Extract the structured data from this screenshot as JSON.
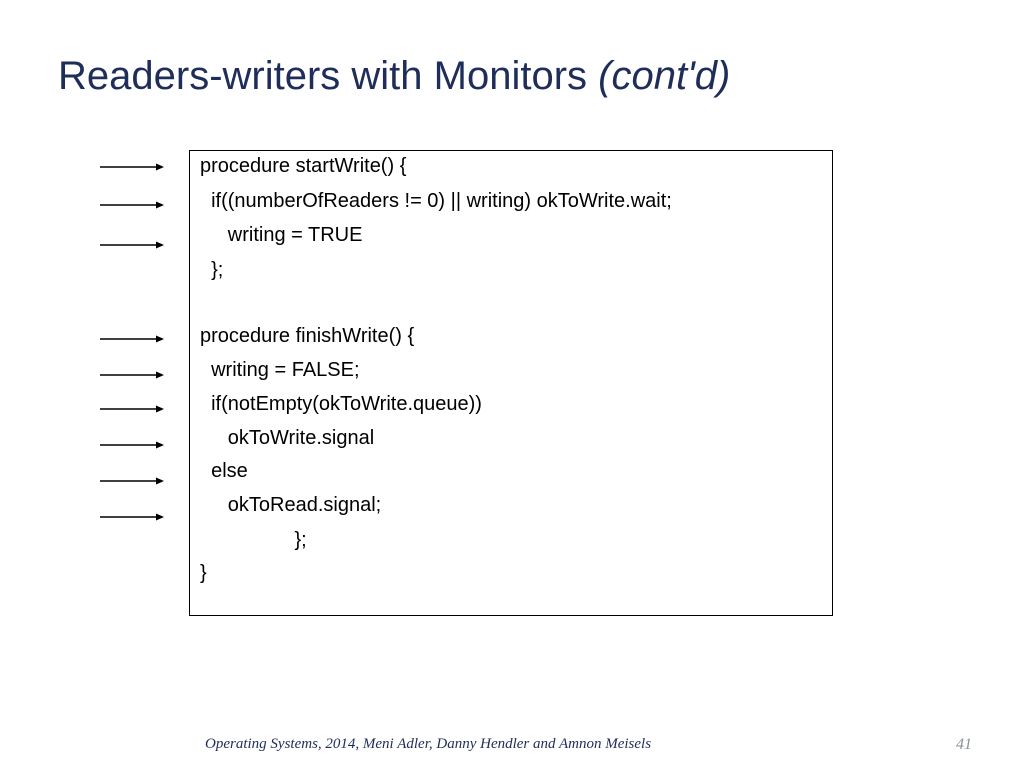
{
  "slide": {
    "title": "Readers-writers with Monitors",
    "title_suffix": "(cont'd)",
    "code": [
      "procedure startWrite() {",
      "  if((numberOfReaders != 0) || writing) okToWrite.wait;",
      "     writing = TRUE",
      "  };",
      "procedure finishWrite() {",
      "  writing = FALSE;",
      "  if(notEmpty(okToWrite.queue))",
      "     okToWrite.signal",
      "  else",
      "     okToRead.signal;",
      "                 };",
      "}"
    ],
    "footer": "Operating Systems, 2014, Meni Adler, Danny Hendler and Amnon Meisels",
    "page_number": "41"
  },
  "colors": {
    "title": "#1f2d5a",
    "footer": "#1f2d5a",
    "page_number": "#8b8fa0",
    "code": "#000000",
    "arrow": "#000000"
  }
}
